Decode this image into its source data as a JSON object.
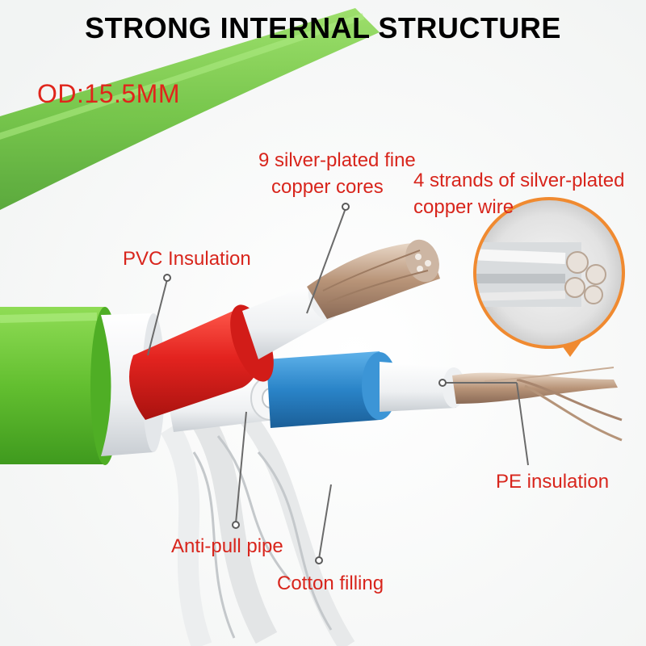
{
  "title": "STRONG INTERNAL STRUCTURE",
  "outer_diameter": "OD:15.5MM",
  "callouts": {
    "silver_plated_cores": [
      "9 silver-plated fine",
      "copper cores"
    ],
    "silver_plated_wire": [
      "4 strands of silver-plated",
      "copper wire"
    ],
    "pvc_insulation": "PVC Insulation",
    "pe_insulation": "PE insulation",
    "anti_pull_pipe": "Anti-pull pipe",
    "cotton_filling": "Cotton filling"
  },
  "colors": {
    "title": "#000000",
    "callout_text": "#d8251c",
    "outer_jacket": "#6cc23a",
    "red_core": "#e3231f",
    "blue_core": "#2a84c8",
    "inset_border": "#f08a30",
    "leader_line": "#666666"
  }
}
